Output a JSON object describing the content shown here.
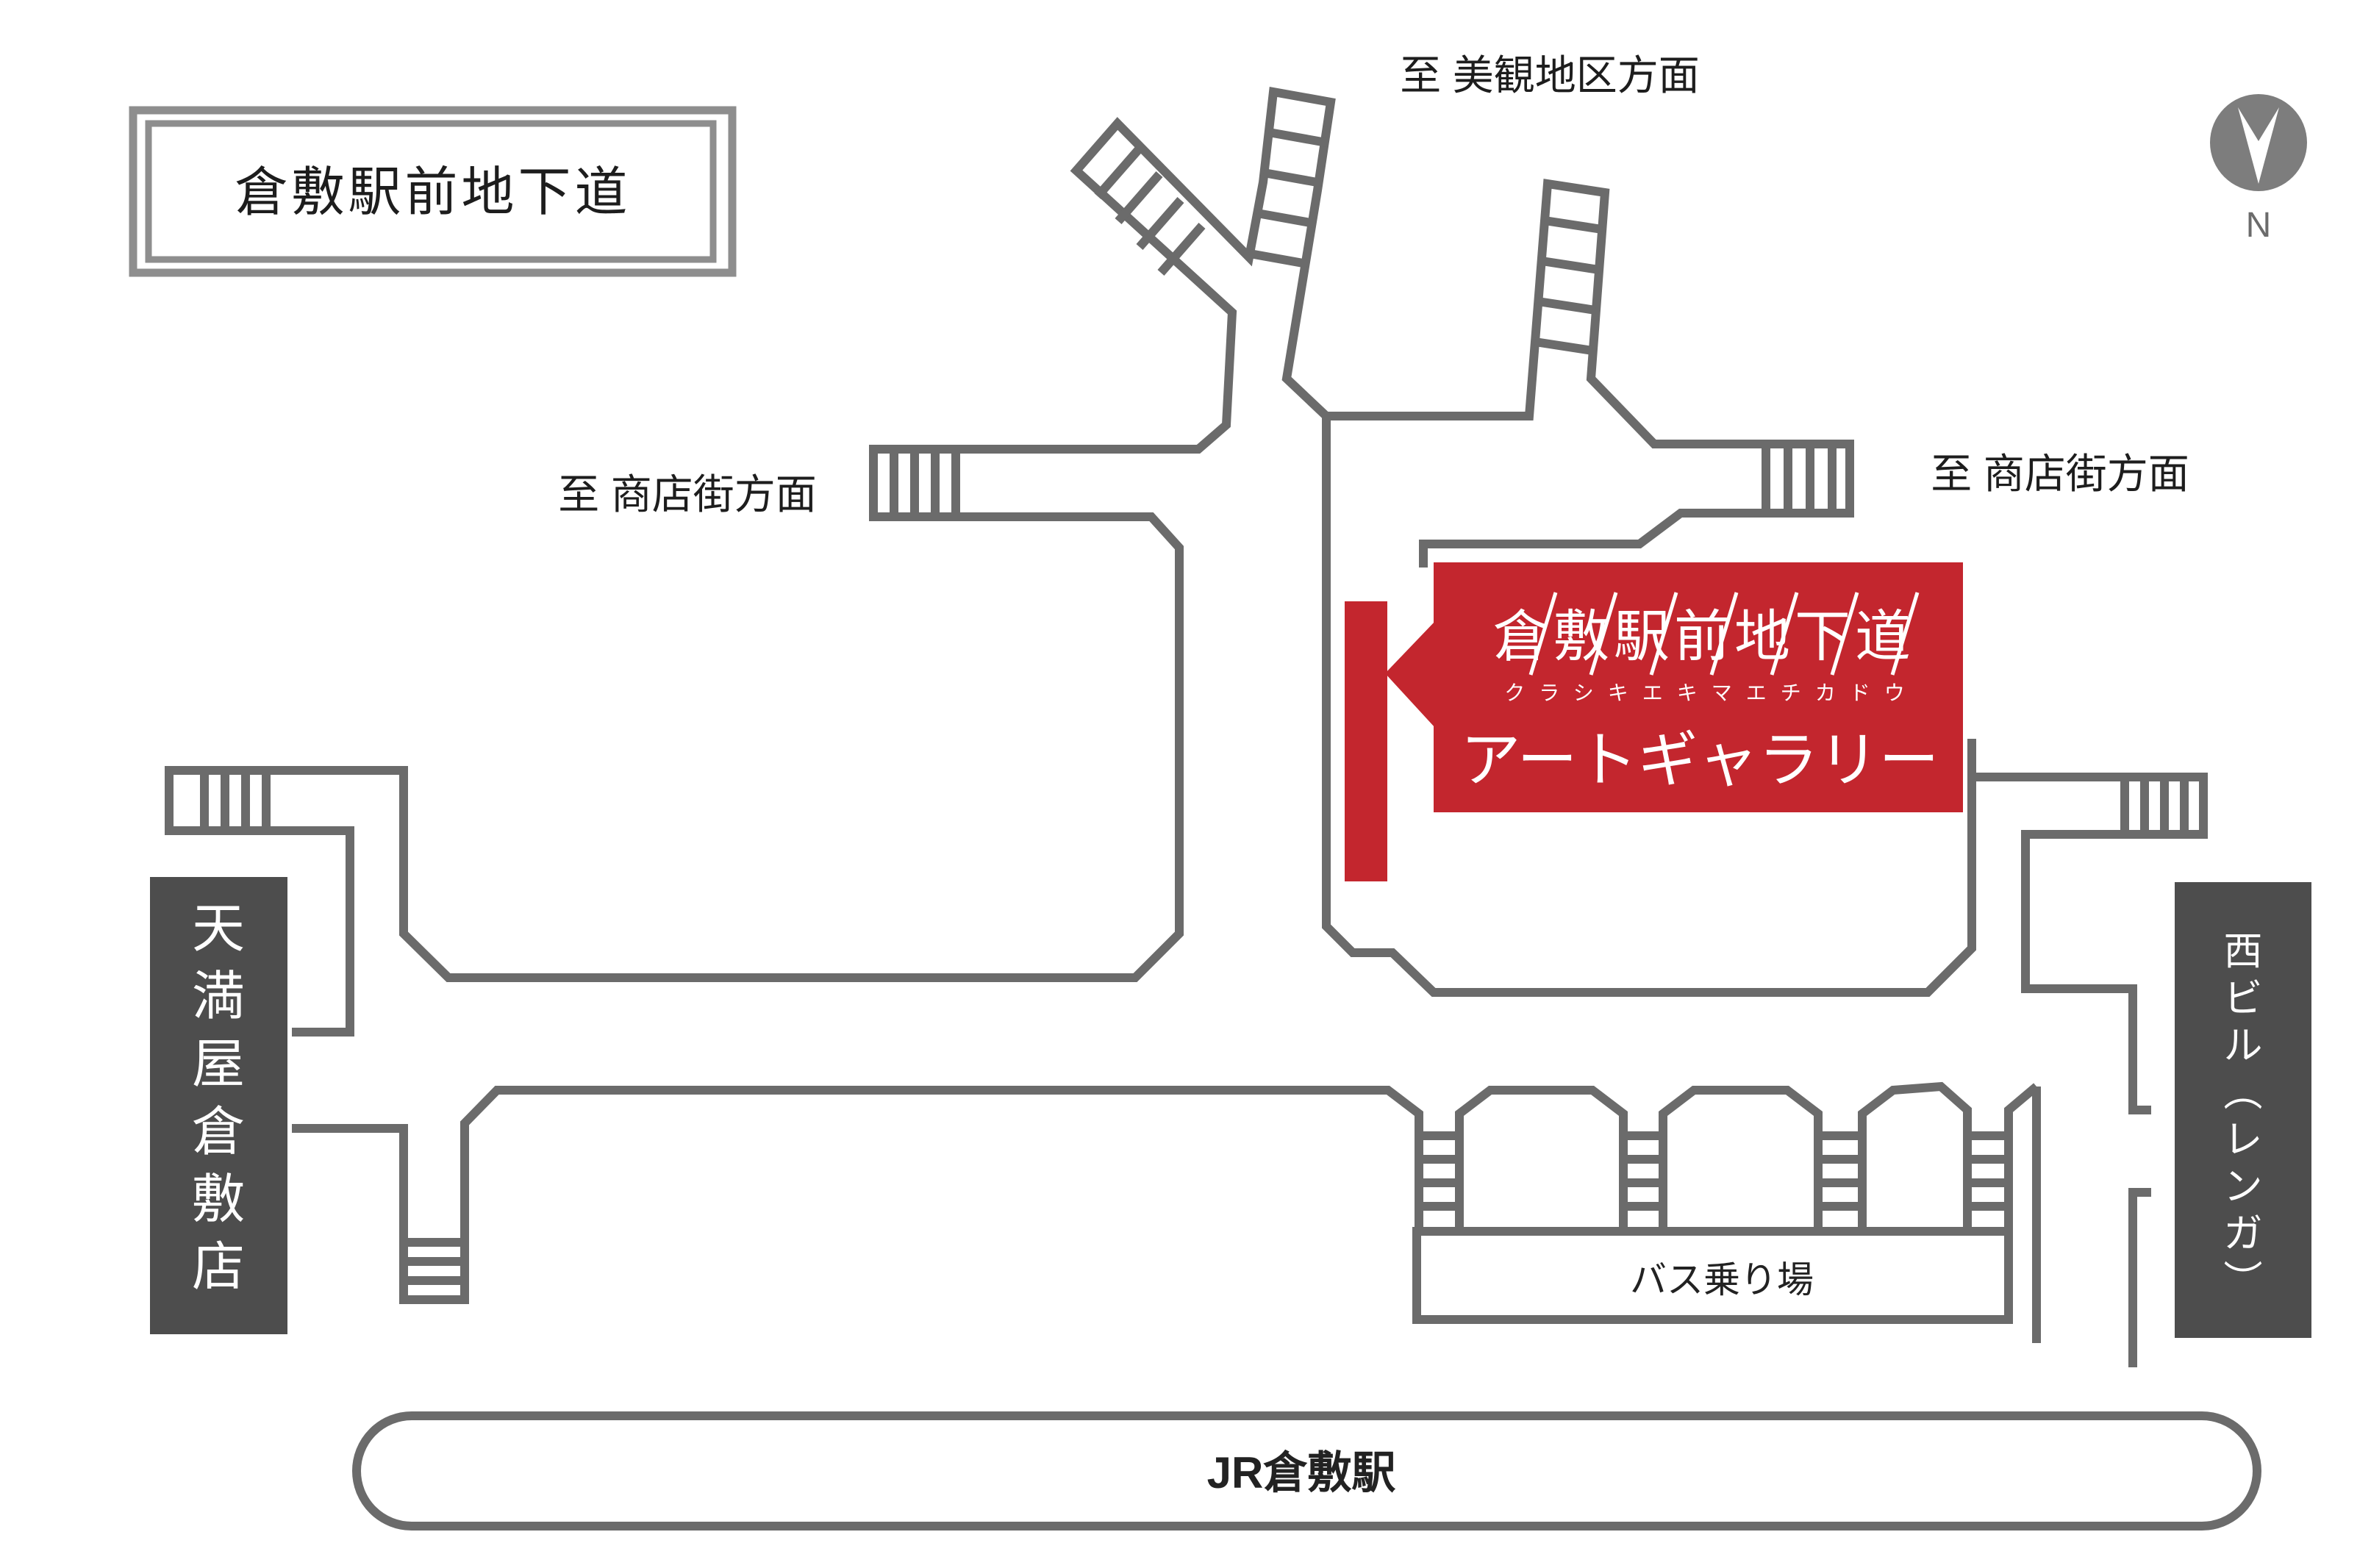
{
  "map_title": "倉敷駅前地下道",
  "compass": {
    "label": "N"
  },
  "exit_labels": {
    "north": "至 美観地区方面",
    "west": "至 商店街方面",
    "east": "至 商店街方面"
  },
  "gallery": {
    "name_top": "倉敷駅前地下道",
    "furigana": "クラシキエキマエチカドウ",
    "name_main": "アートギャラリー",
    "accent_color": "#c3262e"
  },
  "buildings": {
    "tenmaya": "天満屋倉敷店",
    "nishi_building": "西ビル(レンガ)"
  },
  "bus_stop": {
    "label": "バス乗り場"
  },
  "station": {
    "label": "JR倉敷駅"
  },
  "colors": {
    "wall_gray": "#6b6b6b",
    "building_gray": "#4d4d4d",
    "compass_gray": "#7d7d7d",
    "red": "#c3262e"
  }
}
